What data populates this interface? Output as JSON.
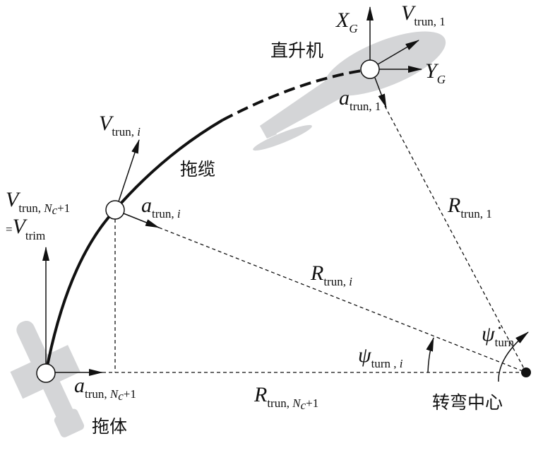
{
  "colors": {
    "silhouette": "#d4d5d7",
    "ink": "#111111"
  },
  "objects": {
    "helicopter": "直升机",
    "cable": "拖缆",
    "towed_body": "拖体",
    "turn_center": "转弯中心"
  },
  "labels": {
    "x_g": {
      "main": "X",
      "sub": "G"
    },
    "y_g": {
      "main": "Y",
      "sub": "G"
    },
    "v_trun_1": {
      "main": "V",
      "sub": "trun, 1"
    },
    "a_trun_1": {
      "main": "a",
      "sub": "trun, 1"
    },
    "v_trun_i": {
      "main": "V",
      "sub": "trun, ",
      "sub_i": "i"
    },
    "a_trun_i": {
      "main": "a",
      "sub": "trun, ",
      "sub_i": "i"
    },
    "v_trun_nc1": {
      "main": "V",
      "sub": "trun, ",
      "sub_i": "N",
      "sub_c": "c",
      "sub_tail": "+1"
    },
    "v_trim": {
      "prefix": "=",
      "main": "V",
      "sub": "trim"
    },
    "a_trun_nc1": {
      "main": "a",
      "sub": "trun, ",
      "sub_i": "N",
      "sub_c": "c",
      "sub_tail": "+1"
    },
    "r_trun_1": {
      "main": "R",
      "sub": "trun, 1"
    },
    "r_trun_i": {
      "main": "R",
      "sub": "trun, ",
      "sub_i": "i"
    },
    "r_trun_nc1": {
      "main": "R",
      "sub": "trun, ",
      "sub_i": "N",
      "sub_c": "c",
      "sub_tail": "+1"
    },
    "psi_dot_turn": {
      "main": "ψ̇",
      "sub": "turn"
    },
    "psi_turn_i": {
      "main": "ψ",
      "sub": "turn , ",
      "sub_i": "i"
    }
  }
}
